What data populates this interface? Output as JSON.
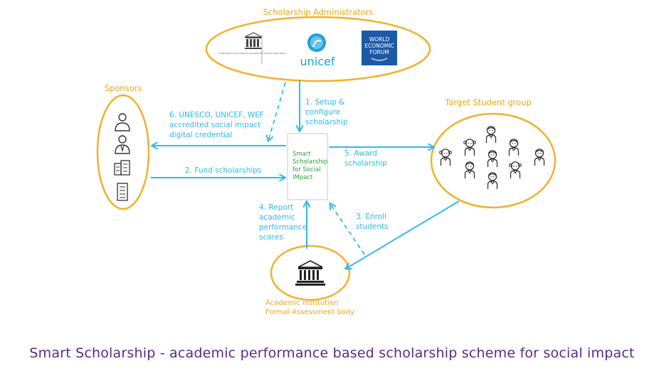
{
  "groups": {
    "admins": "Scholarship Administrators",
    "sponsors": "Sponsors",
    "students": "Target Student group",
    "institution_line1": "Academic institution",
    "institution_line2": "Formal Assessment body"
  },
  "logos": {
    "unesco_text": "United Nations Educational, Scientific and Cultural Organization",
    "unicef": "unicef",
    "wef_line1": "WORLD",
    "wef_line2": "ECONOMIC",
    "wef_line3": "FORUM"
  },
  "center_box": [
    "Smart",
    "Scholarship",
    "for Social",
    "IMpact"
  ],
  "steps": {
    "s1": [
      "1. Setup &",
      "configure",
      "scholarship"
    ],
    "s2": [
      "2. Fund scholarships"
    ],
    "s3": [
      "3. Enroll",
      "students"
    ],
    "s4": [
      "4. Report",
      "academic",
      "performance",
      "scores"
    ],
    "s5": [
      "5. Award",
      "scholarship"
    ],
    "s6": [
      "6. UNESCO, UNICEF, WEF",
      "accredited social impact",
      "digital credential"
    ]
  },
  "caption": "Smart Scholarship - academic performance based scholarship scheme for social impact",
  "colors": {
    "ellipse": "#f2b12c",
    "label": "#e8a91c",
    "arrow": "#2dbbea",
    "center_text": "#2e9e3a",
    "caption": "#5b2a86",
    "wef_blue": "#1d5aa6",
    "unicef_blue": "#1aa2dd"
  }
}
